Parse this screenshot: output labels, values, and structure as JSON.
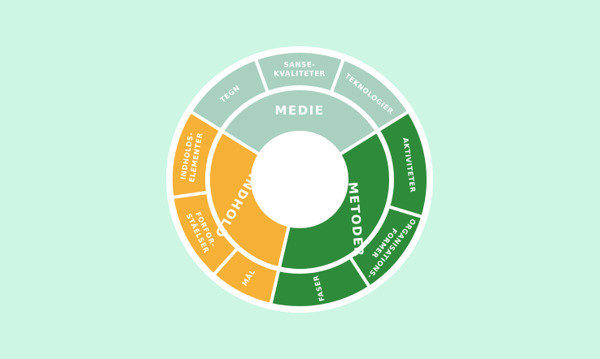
{
  "colors": {
    "background": "#cdf6e4",
    "medie": "#a9d0c1",
    "metoder": "#2e8b3a",
    "indhold": "#f7b136",
    "separator": "#ffffff"
  },
  "wheel": {
    "inner": [
      {
        "id": "medie",
        "label": "MEDIE",
        "color": "#a9d0c1"
      },
      {
        "id": "metoder",
        "label": "METODER",
        "color": "#2e8b3a"
      },
      {
        "id": "indhold",
        "label": "INDHOLD",
        "color": "#f7b136"
      }
    ],
    "outer": [
      {
        "id": "tegn",
        "lines": [
          "TEGN"
        ],
        "color": "#a9d0c1"
      },
      {
        "id": "sansekvaliteter",
        "lines": [
          "SANSE-",
          "KVALITETER"
        ],
        "color": "#a9d0c1"
      },
      {
        "id": "teknologier",
        "lines": [
          "TEKNOLOGIER"
        ],
        "color": "#a9d0c1"
      },
      {
        "id": "aktiviteter",
        "lines": [
          "AKTIVITETER"
        ],
        "color": "#2e8b3a"
      },
      {
        "id": "organisationsformer",
        "lines": [
          "ORGANISATIONS-",
          "FORMER"
        ],
        "color": "#2e8b3a"
      },
      {
        "id": "faser",
        "lines": [
          "FASER"
        ],
        "color": "#2e8b3a"
      },
      {
        "id": "maal",
        "lines": [
          "MÅL"
        ],
        "color": "#f7b136"
      },
      {
        "id": "forforstaaelser",
        "lines": [
          "FORFOR-",
          "STÅELSER"
        ],
        "color": "#f7b136"
      },
      {
        "id": "indholdselementer",
        "lines": [
          "INDHOLDS-",
          "ELEMENTER"
        ],
        "color": "#f7b136"
      }
    ]
  }
}
